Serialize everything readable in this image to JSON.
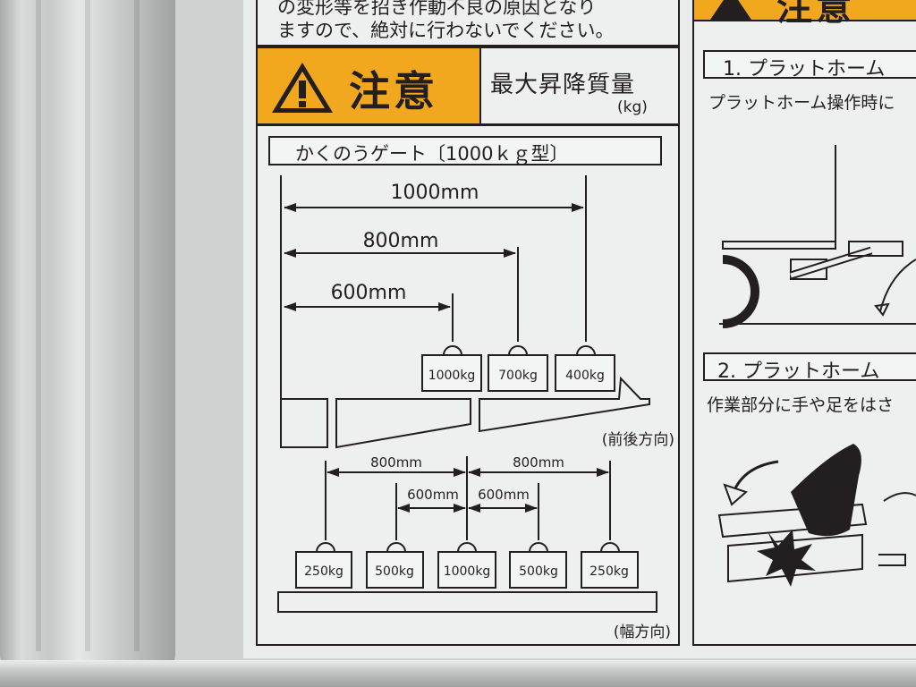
{
  "sticker": {
    "top_text_line1": "の変形等を招き作動不良の原因となり",
    "top_text_line2": "ますので、絶対に行わないでください。",
    "caution_label": "注意",
    "max_load_title": "最大昇降質量",
    "max_load_unit": "(kg)",
    "gate_model": "かくのうゲート〔1000ｋｇ型〕",
    "longitudinal": {
      "distances": [
        "1000mm",
        "800mm",
        "600mm"
      ],
      "weights": [
        "1000kg",
        "700kg",
        "400kg"
      ],
      "direction_label": "(前後方向)"
    },
    "lateral": {
      "outer_distances": [
        "800mm",
        "800mm"
      ],
      "inner_distances": [
        "600mm",
        "600mm"
      ],
      "weights": [
        "250kg",
        "500kg",
        "1000kg",
        "500kg",
        "250kg"
      ],
      "direction_label": "(幅方向)"
    }
  },
  "right_panel": {
    "caution_label": "注意",
    "section1_title": "1. プラットホーム",
    "section1_text": "プラットホーム操作時に",
    "section2_title": "2. プラットホーム",
    "section2_text": "作業部分に手や足をはさ"
  },
  "colors": {
    "caution_yellow": "#f2a81e",
    "ink": "#231f20",
    "sticker_bg": "#edf0ee"
  }
}
